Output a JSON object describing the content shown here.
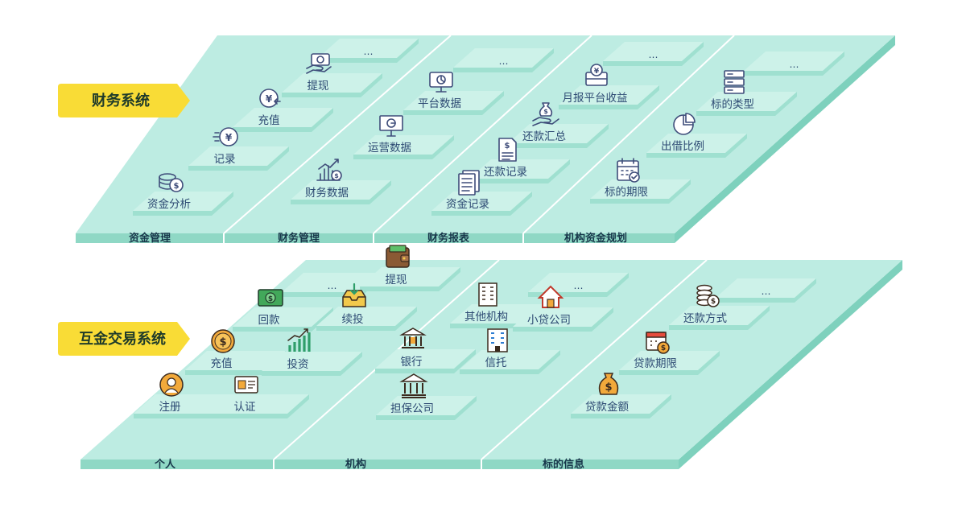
{
  "systems": [
    {
      "name": "财务系统",
      "sections": [
        "资金管理",
        "财务管理",
        "财务报表",
        "机构资金规划"
      ],
      "items": [
        {
          "label": "…",
          "icon": "ellipsis"
        },
        {
          "label": "提现",
          "icon": "cash-hand-icon"
        },
        {
          "label": "充值",
          "icon": "yen-coin-icon"
        },
        {
          "label": "记录",
          "icon": "yen-coin-fast-icon"
        },
        {
          "label": "资金分析",
          "icon": "coins-stack-icon"
        },
        {
          "label": "…",
          "icon": "ellipsis"
        },
        {
          "label": "平台数据",
          "icon": "monitor-chart-icon"
        },
        {
          "label": "运营数据",
          "icon": "presentation-board-icon"
        },
        {
          "label": "财务数据",
          "icon": "bar-chart-growth-icon"
        },
        {
          "label": "…",
          "icon": "ellipsis"
        },
        {
          "label": "月报平台收益",
          "icon": "yen-box-icon"
        },
        {
          "label": "还款汇总",
          "icon": "money-bag-hand-icon"
        },
        {
          "label": "还款记录",
          "icon": "dollar-document-icon"
        },
        {
          "label": "资金记录",
          "icon": "document-list-icon"
        },
        {
          "label": "…",
          "icon": "ellipsis"
        },
        {
          "label": "标的类型",
          "icon": "server-rack-icon"
        },
        {
          "label": "出借比例",
          "icon": "pie-chart-icon"
        },
        {
          "label": "标的期限",
          "icon": "calendar-check-icon"
        }
      ]
    },
    {
      "name": "互金交易系统",
      "sections": [
        "个人",
        "机构",
        "标的信息"
      ],
      "items": [
        {
          "label": "…",
          "icon": "ellipsis"
        },
        {
          "label": "提现",
          "icon": "wallet-icon"
        },
        {
          "label": "回款",
          "icon": "banknote-icon"
        },
        {
          "label": "续投",
          "icon": "inbox-download-icon"
        },
        {
          "label": "充值",
          "icon": "dollar-coin-icon"
        },
        {
          "label": "投资",
          "icon": "growth-bars-icon"
        },
        {
          "label": "注册",
          "icon": "user-avatar-icon"
        },
        {
          "label": "认证",
          "icon": "id-card-icon"
        },
        {
          "label": "其他机构",
          "icon": "office-building-icon"
        },
        {
          "label": "…",
          "icon": "ellipsis"
        },
        {
          "label": "小贷公司",
          "icon": "house-icon"
        },
        {
          "label": "银行",
          "icon": "bank-dollar-icon"
        },
        {
          "label": "信托",
          "icon": "city-building-icon"
        },
        {
          "label": "担保公司",
          "icon": "institution-icon"
        },
        {
          "label": "…",
          "icon": "ellipsis"
        },
        {
          "label": "还款方式",
          "icon": "coin-stack-dollar-icon"
        },
        {
          "label": "贷款期限",
          "icon": "calendar-dollar-icon"
        },
        {
          "label": "贷款金额",
          "icon": "money-bag-dollar-icon"
        }
      ]
    }
  ],
  "colors": {
    "tag": "#f9dc36",
    "plate_top": "#bdece2",
    "plate_side": "#7ed1bd",
    "plate_band": "#8fd8c5",
    "tile": "#cdf2e9",
    "tile_side": "#9fe0d0",
    "divider": "#ffffff",
    "icon_line": "#3f4d7a",
    "label": "#2d4a73"
  }
}
